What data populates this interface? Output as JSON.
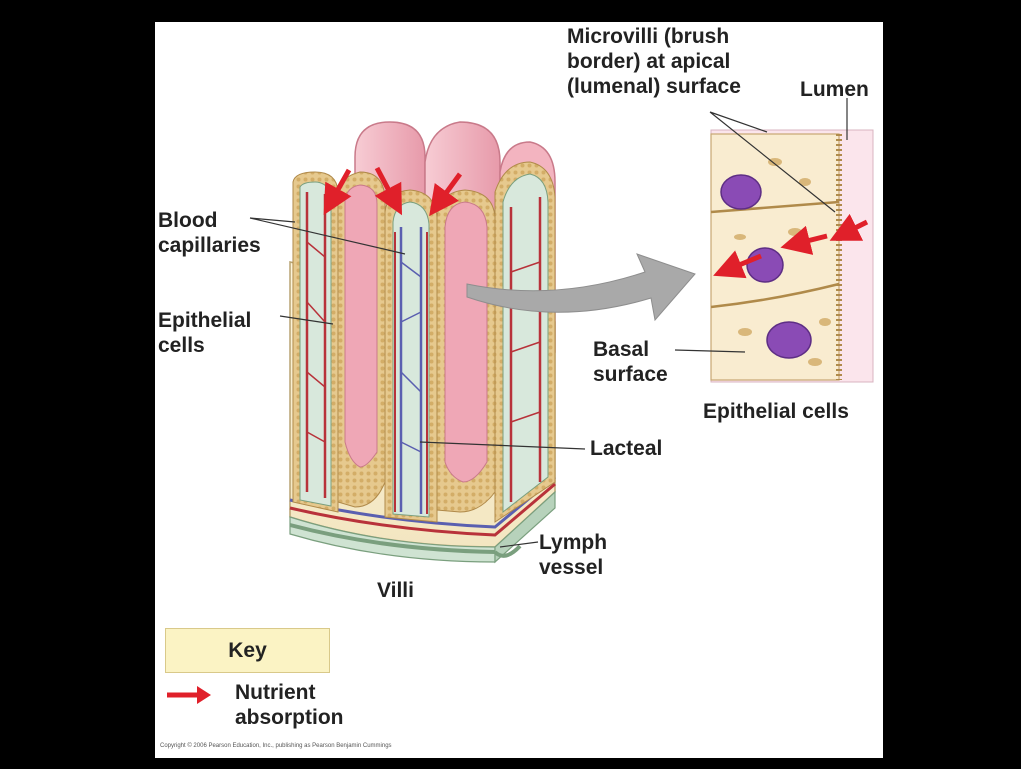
{
  "colors": {
    "background": "#000000",
    "slide": "#ffffff",
    "nutrient_arrow": "#e0202a",
    "blood_capillary_red": "#b8323a",
    "blood_capillary_blue": "#5a5fb0",
    "epithelium_tan": "#e6c98e",
    "villus_pink": "#f2b7c2",
    "lacteal_green": "#cfe3d2",
    "nucleus_purple": "#8a4bb5",
    "key_fill": "#fbf3c4",
    "transition_arrow_gray": "#a9a9a9"
  },
  "labels": {
    "microvilli": "Microvilli (brush\nborder) at apical\n(lumenal) surface",
    "lumen": "Lumen",
    "blood_capillaries": "Blood\ncapillaries",
    "epithelial_cells_left": "Epithelial\ncells",
    "basal_surface": "Basal\nsurface",
    "epithelial_cells_caption": "Epithelial cells",
    "lacteal": "Lacteal",
    "lymph_vessel": "Lymph\nvessel",
    "villi": "Villi"
  },
  "key": {
    "title": "Key",
    "items": [
      {
        "label": "Nutrient\nabsorption",
        "icon": "red-arrow-icon"
      }
    ]
  },
  "copyright": "Copyright © 2006 Pearson Education, Inc., publishing as Pearson Benjamin Cummings"
}
